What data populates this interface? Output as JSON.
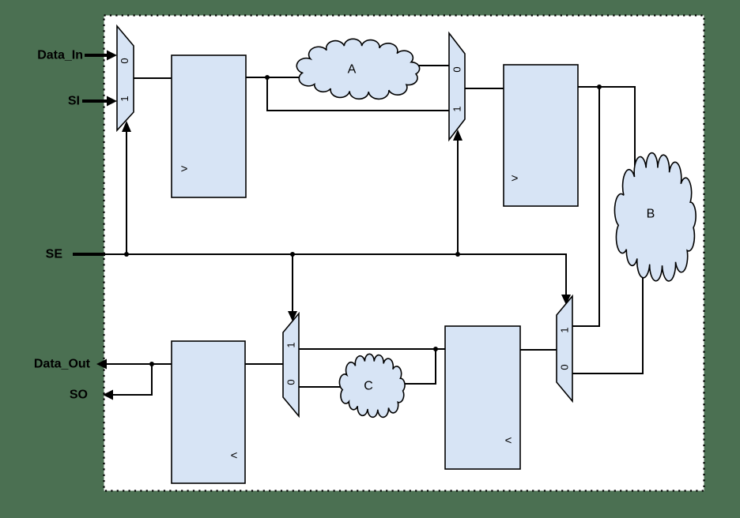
{
  "colors": {
    "background": "#4b7052",
    "canvas": "#ffffff",
    "shape_fill": "#d7e4f5",
    "stroke": "#000000"
  },
  "ports": {
    "data_in": "Data_In",
    "si": "SI",
    "se": "SE",
    "data_out": "Data_Out",
    "so": "SO"
  },
  "clouds": {
    "a": "A",
    "b": "B",
    "c": "C"
  },
  "mux_inputs": {
    "zero": "0",
    "one": "1"
  },
  "flip_flops": {
    "clock_right": ">",
    "clock_left": "<"
  }
}
